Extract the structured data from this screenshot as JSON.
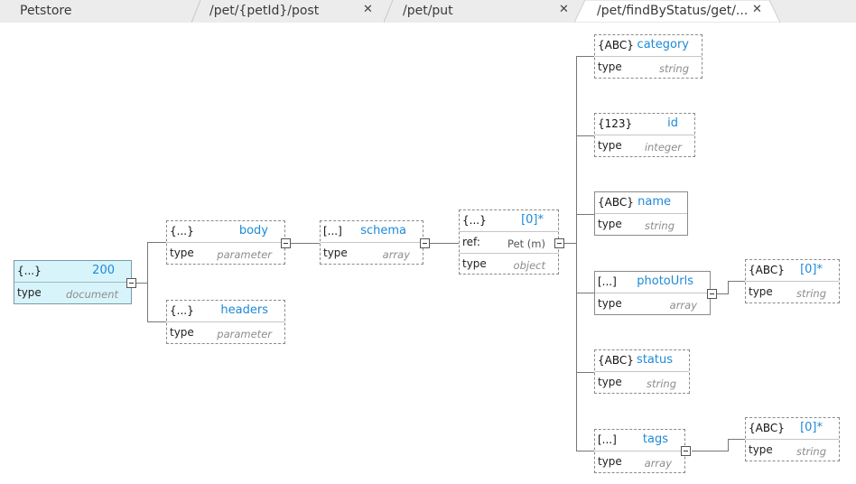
{
  "tabs": [
    {
      "label": "Petstore"
    },
    {
      "label": "/pet/{petId}/post",
      "close": "✕"
    },
    {
      "label": "/pet/put",
      "close": "✕"
    },
    {
      "label": "/pet/findByStatus/get/...",
      "close": "✕"
    }
  ],
  "nodes": {
    "root": {
      "kind": "{...}",
      "name": "200",
      "type_label": "type",
      "type_value": "document"
    },
    "body": {
      "kind": "{...}",
      "name": "body",
      "type_label": "type",
      "type_value": "parameter"
    },
    "headers": {
      "kind": "{...}",
      "name": "headers",
      "type_label": "type",
      "type_value": "parameter"
    },
    "schema": {
      "kind": "[...]",
      "name": "schema",
      "type_label": "type",
      "type_value": "array"
    },
    "item": {
      "kind": "{...}",
      "name": "[0]*",
      "ref_label": "ref:",
      "ref_value": "Pet (m)",
      "type_label": "type",
      "type_value": "object"
    },
    "category": {
      "kind": "{ABC}",
      "name": "category",
      "type_label": "type",
      "type_value": "string"
    },
    "id": {
      "kind": "{123}",
      "name": "id",
      "type_label": "type",
      "type_value": "integer"
    },
    "name": {
      "kind": "{ABC}",
      "name": "name",
      "type_label": "type",
      "type_value": "string"
    },
    "photoUrls": {
      "kind": "[...]",
      "name": "photoUrls",
      "type_label": "type",
      "type_value": "array"
    },
    "photoUrlsItem": {
      "kind": "{ABC}",
      "name": "[0]*",
      "type_label": "type",
      "type_value": "string"
    },
    "status": {
      "kind": "{ABC}",
      "name": "status",
      "type_label": "type",
      "type_value": "string"
    },
    "tags": {
      "kind": "[...]",
      "name": "tags",
      "type_label": "type",
      "type_value": "array"
    },
    "tagsItem": {
      "kind": "{ABC}",
      "name": "[0]*",
      "type_label": "type",
      "type_value": "string"
    }
  }
}
